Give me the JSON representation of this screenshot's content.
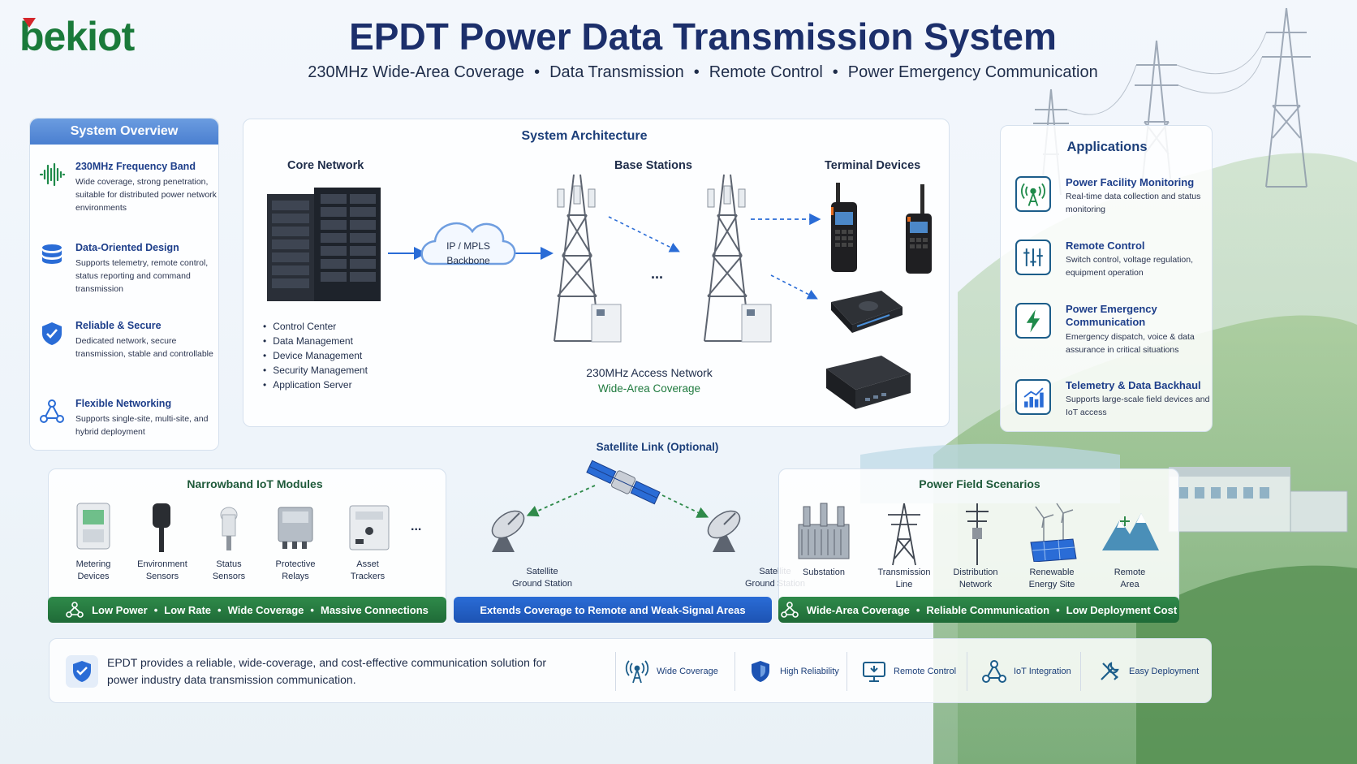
{
  "logo": {
    "text_main": "bekiot"
  },
  "header": {
    "title": "EPDT Power Data Transmission System",
    "subtitle_parts": [
      "230MHz Wide-Area Coverage",
      "Data Transmission",
      "Remote Control",
      "Power Emergency Communication"
    ],
    "separator": "•"
  },
  "overview": {
    "title": "System Overview",
    "items": [
      {
        "icon": "waveform-icon",
        "title": "230MHz Frequency Band",
        "desc": "Wide coverage, strong penetration, suitable for distributed power network environments"
      },
      {
        "icon": "database-icon",
        "title": "Data-Oriented Design",
        "desc": "Supports telemetry, remote control, status reporting and command transmission"
      },
      {
        "icon": "shield-check-icon",
        "title": "Reliable & Secure",
        "desc": "Dedicated network, secure transmission, stable and controllable"
      },
      {
        "icon": "network-nodes-icon",
        "title": "Flexible Networking",
        "desc": "Supports single-site, multi-site, and hybrid deployment"
      }
    ]
  },
  "architecture": {
    "title": "System Architecture",
    "core_label": "Core Network",
    "base_label": "Base Stations",
    "terminal_label": "Terminal Devices",
    "cloud_label_1": "IP / MPLS",
    "cloud_label_2": "Backbone",
    "ellipsis": "...",
    "core_bullets": [
      "Control Center",
      "Data Management",
      "Device Management",
      "Security Management",
      "Application Server"
    ],
    "access_title": "230MHz Access Network",
    "access_sub": "Wide-Area Coverage"
  },
  "applications": {
    "title": "Applications",
    "items": [
      {
        "icon": "antenna-tower-icon",
        "title": "Power Facility Monitoring",
        "desc": "Real-time data collection and status monitoring"
      },
      {
        "icon": "sliders-icon",
        "title": "Remote Control",
        "desc": "Switch control, voltage regulation, equipment operation"
      },
      {
        "icon": "lightning-icon",
        "title": "Power Emergency Communication",
        "desc": "Emergency dispatch, voice & data assurance in critical situations"
      },
      {
        "icon": "bar-chart-icon",
        "title": "Telemetry & Data Backhaul",
        "desc": "Supports large-scale field devices and IoT access"
      }
    ]
  },
  "iot_modules": {
    "title": "Narrowband IoT Modules",
    "items": [
      {
        "line1": "Metering",
        "line2": "Devices"
      },
      {
        "line1": "Environment",
        "line2": "Sensors"
      },
      {
        "line1": "Status",
        "line2": "Sensors"
      },
      {
        "line1": "Protective",
        "line2": "Relays"
      },
      {
        "line1": "Asset",
        "line2": "Trackers"
      }
    ],
    "ellipsis": "...",
    "bar": [
      "Low Power",
      "Low Rate",
      "Wide Coverage",
      "Massive Connections"
    ]
  },
  "satellite": {
    "title": "Satellite Link (Optional)",
    "left_station": {
      "line1": "Satellite",
      "line2": "Ground Station"
    },
    "right_station": {
      "line1": "Satellite",
      "line2": "Ground Station"
    },
    "bar": "Extends Coverage to Remote and Weak-Signal Areas"
  },
  "scenarios": {
    "title": "Power Field Scenarios",
    "items": [
      {
        "line1": "Substation",
        "line2": ""
      },
      {
        "line1": "Transmission",
        "line2": "Line"
      },
      {
        "line1": "Distribution",
        "line2": "Network"
      },
      {
        "line1": "Renewable",
        "line2": "Energy Site"
      },
      {
        "line1": "Remote",
        "line2": "Area"
      }
    ],
    "bar": [
      "Wide-Area Coverage",
      "Reliable Communication",
      "Low Deployment Cost"
    ]
  },
  "footer": {
    "text": "EPDT provides a reliable, wide-coverage, and cost-effective communication solution for power industry data transmission communication.",
    "features": [
      {
        "icon": "wireless-tower-icon",
        "label": "Wide Coverage"
      },
      {
        "icon": "shield-icon",
        "label": "High Reliability"
      },
      {
        "icon": "monitor-icon",
        "label": "Remote Control"
      },
      {
        "icon": "iot-nodes-icon",
        "label": "IoT Integration"
      },
      {
        "icon": "tools-icon",
        "label": "Easy Deployment"
      }
    ]
  },
  "colors": {
    "navy": "#1c2f6b",
    "green": "#1f6b37",
    "blue": "#2a6cd6",
    "logo_green": "#1a7a3a",
    "logo_red": "#d4262b"
  }
}
